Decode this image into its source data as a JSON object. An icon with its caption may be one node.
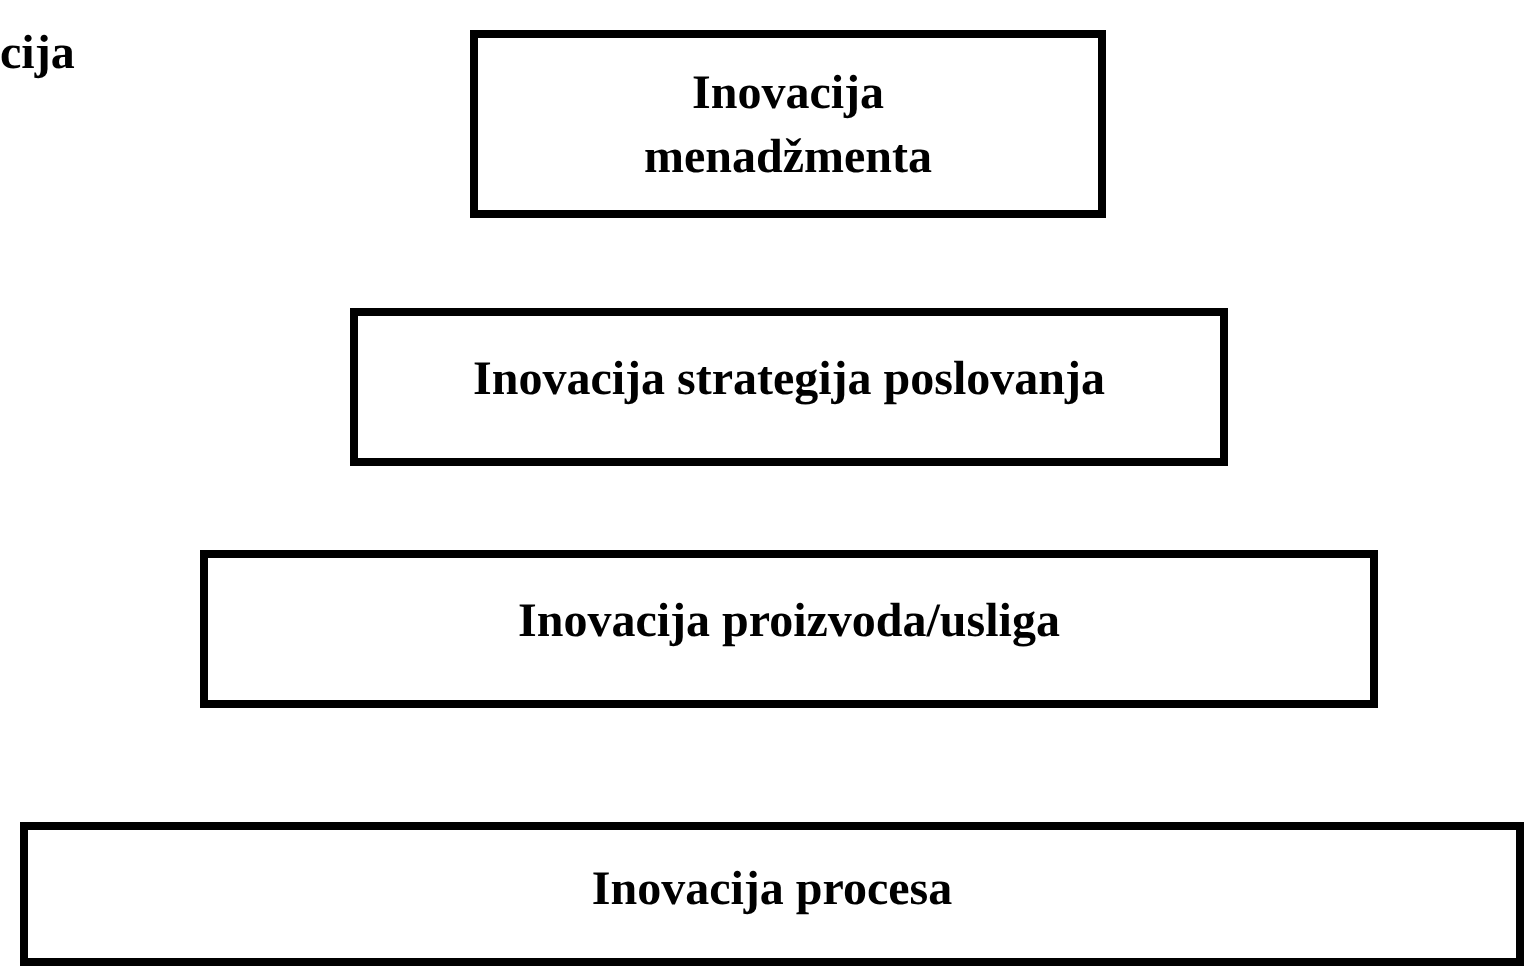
{
  "diagram": {
    "nodes": [
      {
        "text": [
          "Inovacija menadžmenta"
        ]
      },
      {
        "text": [
          "Inovacija strategija poslovanja"
        ]
      },
      {
        "text": [
          "Inovacija proizvoda/usliga"
        ]
      },
      {
        "text": [
          "Inovacija procesa"
        ]
      }
    ],
    "labels": [
      "cija"
    ]
  }
}
